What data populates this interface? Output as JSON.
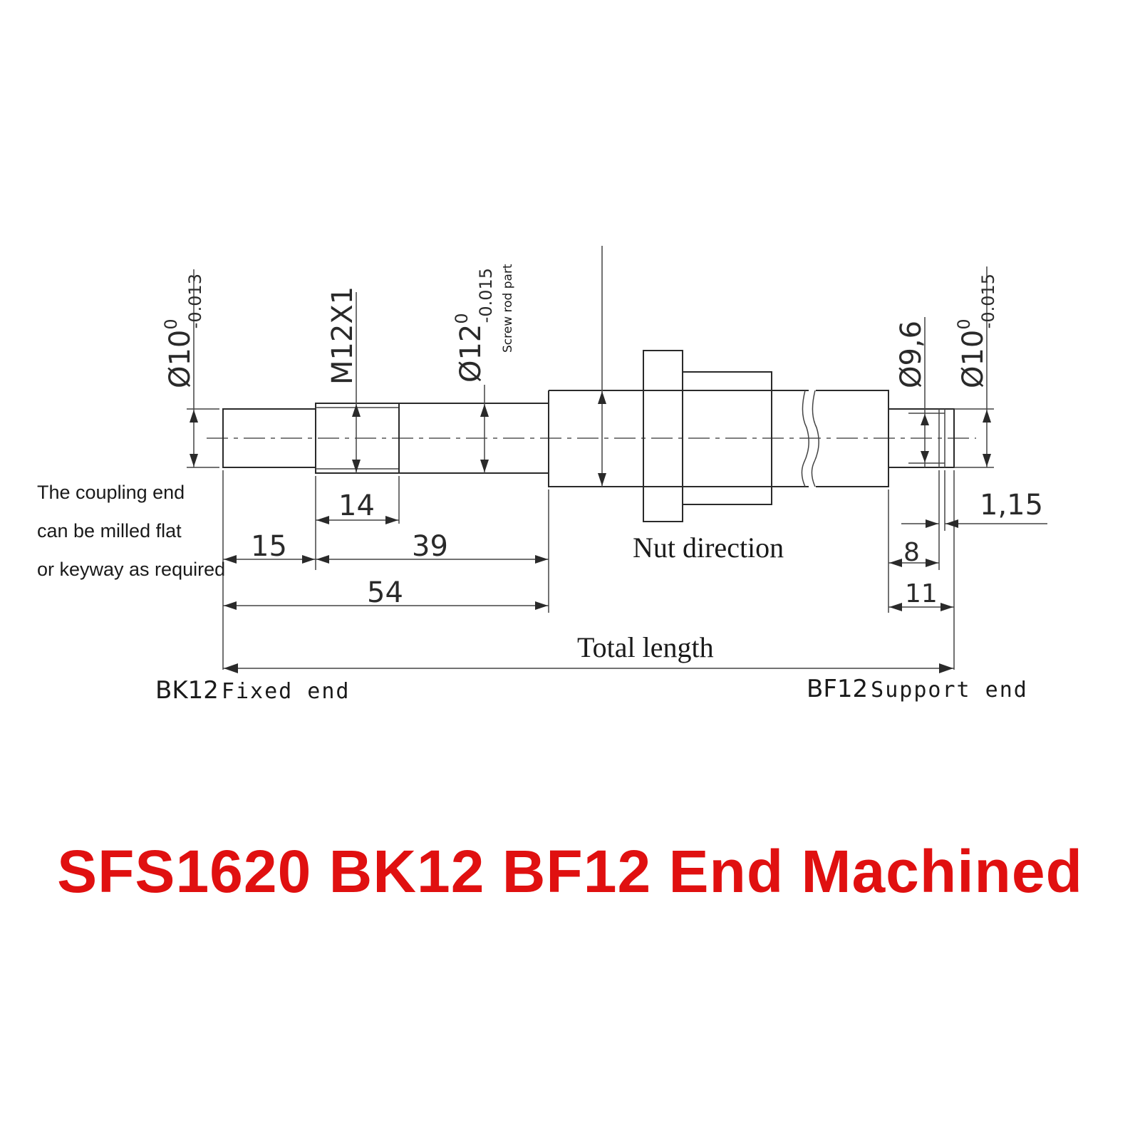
{
  "diagram": {
    "left_end_diameter": {
      "base": "Ø10",
      "upper": "0",
      "lower": "-0.013"
    },
    "thread_spec": "M12X1",
    "screw_diameter": {
      "base": "Ø12",
      "upper": "0",
      "lower": "-0.015"
    },
    "screw_rod_note": "Screw rod part",
    "groove_diameter": "Ø9,6",
    "right_end_diameter": {
      "base": "Ø10",
      "upper": "0",
      "lower": "-0.015"
    },
    "coupling_note": [
      "The coupling end",
      "can be milled flat",
      "or keyway as required"
    ],
    "dimensions": {
      "thread_length": "14",
      "coupling_length": "15",
      "shoulder_length": "39",
      "fixed_end_total": "54",
      "groove_width": "1,15",
      "groove_position": "8",
      "support_end_total": "11"
    },
    "nut_label": "Nut direction",
    "total_label": "Total length",
    "fixed_end": {
      "code": "BK12",
      "desc": "Fixed end"
    },
    "support_end": {
      "code": "BF12",
      "desc": "Support end"
    }
  },
  "headline": "SFS1620 BK12 BF12 End Machined",
  "colors": {
    "headline": "#e01010",
    "line": "#2a2a2a"
  }
}
